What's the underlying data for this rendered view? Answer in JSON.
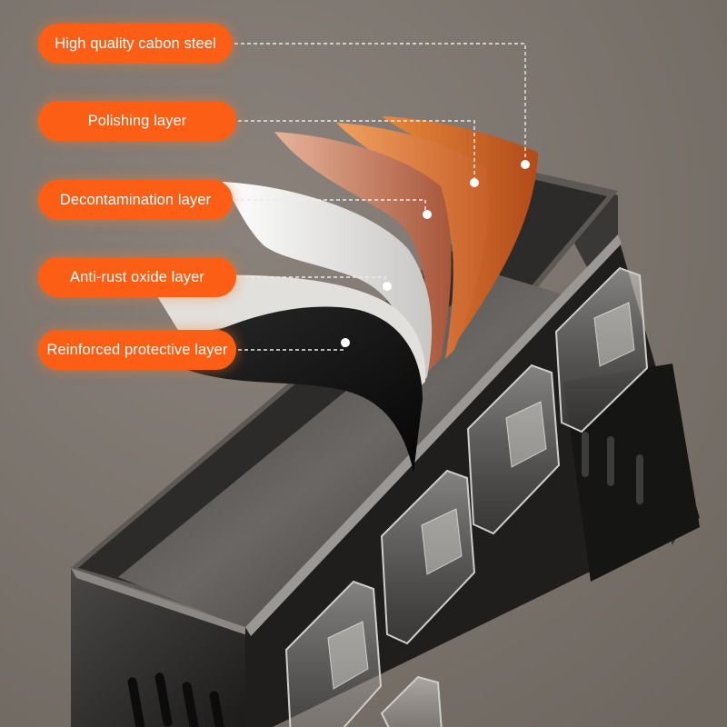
{
  "callouts": [
    {
      "label": "High quality cabon steel"
    },
    {
      "label": "Polishing layer"
    },
    {
      "label": "Decontamination layer"
    },
    {
      "label": "Anti-rust oxide layer"
    },
    {
      "label": "Reinforced protective layer"
    }
  ],
  "colors": {
    "pill": "#fd5e16",
    "background": "#7e7670",
    "rack_steel": "#2a2928",
    "layer_orange_dark": "#c7561f",
    "layer_orange": "#dd7a36",
    "layer_copper": "#c07050",
    "layer_white": "#f0efed",
    "layer_black": "#111111"
  },
  "icons": [
    "leader-dot",
    "dashed-leader-line"
  ]
}
